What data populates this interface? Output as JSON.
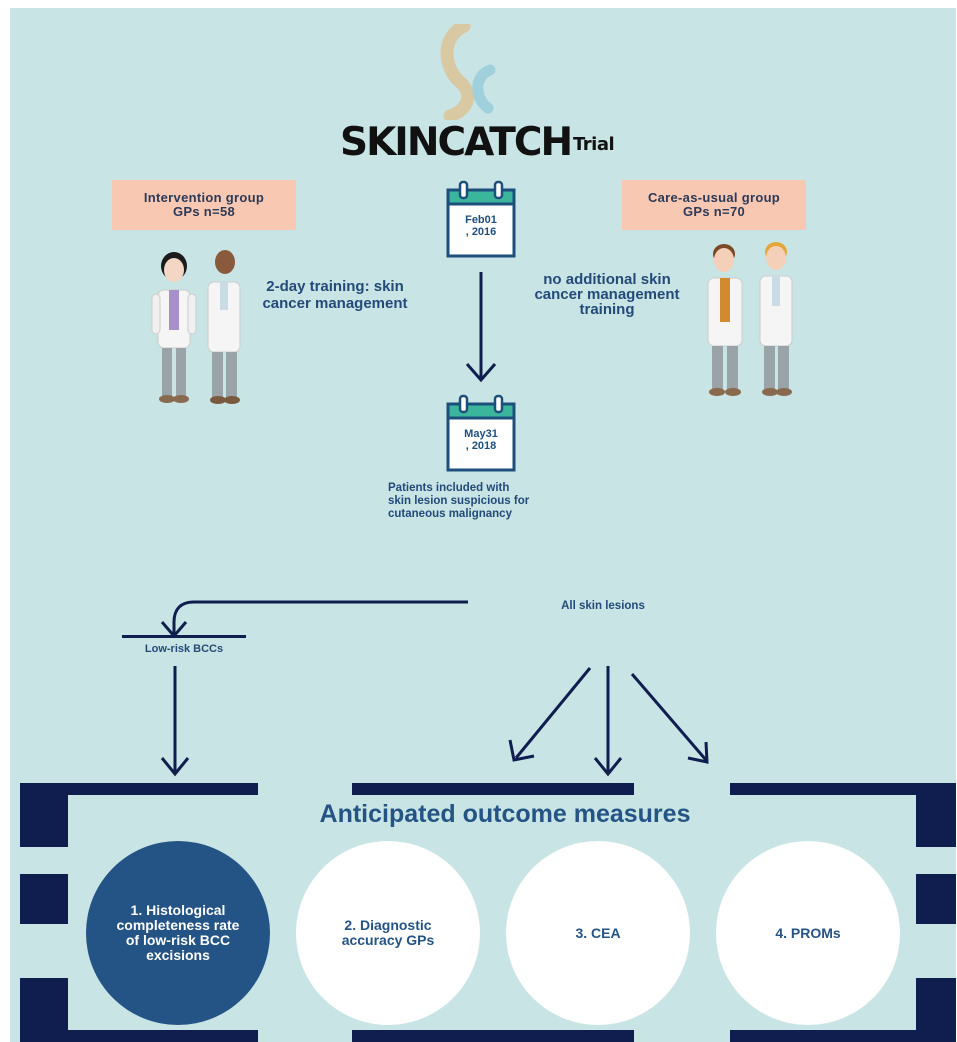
{
  "title": {
    "main": "SKINCATCH",
    "sub": "Trial"
  },
  "logo": {
    "mark": "SC logo",
    "colors": [
      "#d9c9a3",
      "#9fd0dc"
    ]
  },
  "intervention_group": {
    "label_line1": "Intervention group",
    "label_line2": "GPs n=58"
  },
  "care_group": {
    "label_line1": "Care-as-usual group",
    "label_line2": "GPs n=70"
  },
  "intervention_note": "2-day training: skin cancer management",
  "care_note": "no additional skin cancer management training",
  "calendar_start": {
    "line1": "Feb01",
    "line2": ", 2016"
  },
  "calendar_end": {
    "line1": "May31",
    "line2": ", 2018"
  },
  "patients_note": {
    "line1": "Patients included with",
    "line2": "skin lesion suspicious for",
    "line3": "cutaneous malignancy"
  },
  "all_lesions": "All skin lesions",
  "low_risk": "Low-risk BCCs",
  "outcomes": {
    "heading": "Anticipated outcome measures",
    "items": [
      {
        "line1": "1. Histological",
        "line2": "completeness rate",
        "line3": "of low-risk BCC",
        "line4": "excisions"
      },
      {
        "line1": "2. Diagnostic",
        "line2": "accuracy GPs"
      },
      {
        "line1": "3. CEA"
      },
      {
        "line1": "4. PROMs"
      }
    ]
  },
  "colors": {
    "background": "#c9e4e4",
    "navy": "#0f1d4f",
    "accent": "#245485",
    "peach": "#f9c8b3",
    "calendar_green": "#3bb59b"
  }
}
